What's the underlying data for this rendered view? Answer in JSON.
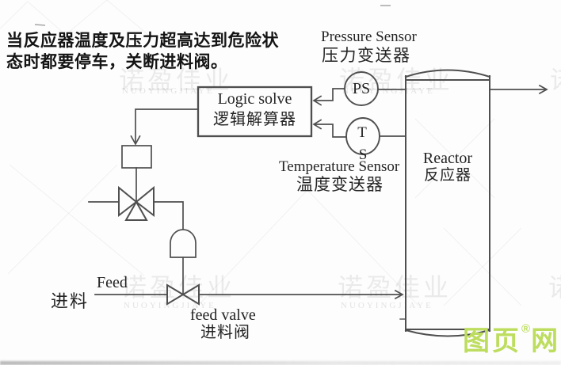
{
  "note": {
    "line1": "当反应器温度及压力超高达到危险状",
    "line2": "态时都要停车，关断进料阀。"
  },
  "sensors": {
    "pressure": {
      "en": "Pressure Sensor",
      "zh": "压力变送器",
      "tag": "PS"
    },
    "temperature": {
      "en": "Temperature Sensor",
      "zh": "温度变送器",
      "tag_t": "T",
      "tag_s": "S"
    }
  },
  "logic": {
    "en": "Logic solve",
    "zh": "逻辑解算器"
  },
  "reactor": {
    "en": "Reactor",
    "zh": "反应器"
  },
  "feed": {
    "en": "Feed",
    "zh": "进料"
  },
  "feed_valve": {
    "en": "feed valve",
    "zh": "进料阀"
  },
  "watermark": {
    "zh": "诺盈佳业",
    "latin": "NUOYINGJIAYE"
  },
  "logo": {
    "text_left": "图页",
    "registered": "®",
    "text_right": "网",
    "color": "#bddd5e"
  },
  "colors": {
    "line": "#4f4f4f",
    "text": "#1c1c1c",
    "logo_green": "#bddd5e"
  }
}
